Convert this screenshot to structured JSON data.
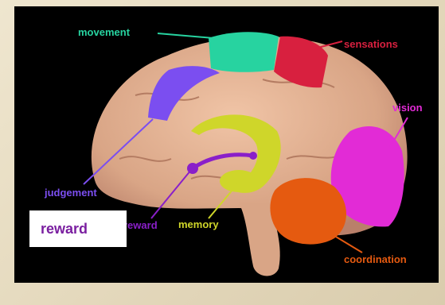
{
  "labels": {
    "movement": "movement",
    "sensations": "sensations",
    "vision": "vision",
    "judgement": "judgement",
    "reward": "reward",
    "memory": "memory",
    "coordination": "coordination"
  },
  "highlight_box": {
    "text": "reward"
  },
  "colors": {
    "movement": "#27d3a0",
    "sensations": "#d8203f",
    "vision": "#e22bd6",
    "judgement": "#7b4ef0",
    "reward": "#8a1fc9",
    "memory": "#cfd62a",
    "coordination": "#e55a10",
    "brain": "#d9a98a",
    "highlight_text": "#7a1fa0"
  }
}
